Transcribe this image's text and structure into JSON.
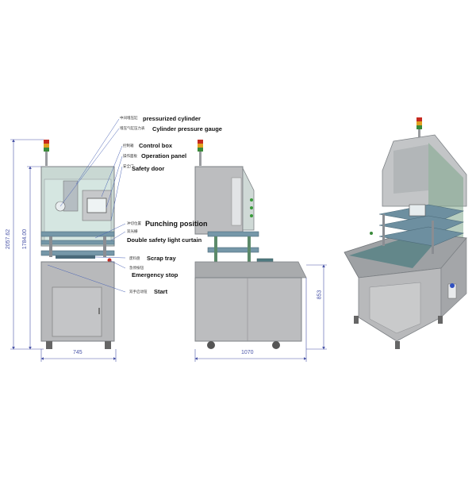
{
  "labels": {
    "pressurized_cylinder": {
      "cn": "中间增压缸",
      "en": "pressurized cylinder"
    },
    "cylinder_pressure_gauge": {
      "cn": "增压气缸压力表",
      "en": "Cylinder pressure gauge"
    },
    "control_box": {
      "cn": "控制箱",
      "en": "Control box"
    },
    "operation_panel": {
      "cn": "操作面板",
      "en": "Operation panel"
    },
    "safety_door": {
      "cn": "安全门",
      "en": "Safety door"
    },
    "punching_position": {
      "cn": "冲切位置",
      "en": "Punching position"
    },
    "light_curtain": {
      "cn": "双光栅",
      "en": "Double safety light curtain"
    },
    "scrap_tray": {
      "cn": "废料盘",
      "en": "Scrap tray"
    },
    "emergency_stop": {
      "cn": "急停按钮",
      "en": "Emergency stop"
    },
    "start": {
      "cn": "双手启动钮",
      "en": "Start"
    }
  },
  "dimensions": {
    "total_height": "2057.62",
    "body_height": "1784.00",
    "front_width": "745",
    "side_width": "1070",
    "table_height": "853"
  },
  "colors": {
    "frame": "#b8b9bb",
    "frame_dark": "#8c8e92",
    "glass": "#cfe3de",
    "plate": "#6d8fa0",
    "dim_line": "#4a55a8",
    "leader": "#4a63b5"
  }
}
